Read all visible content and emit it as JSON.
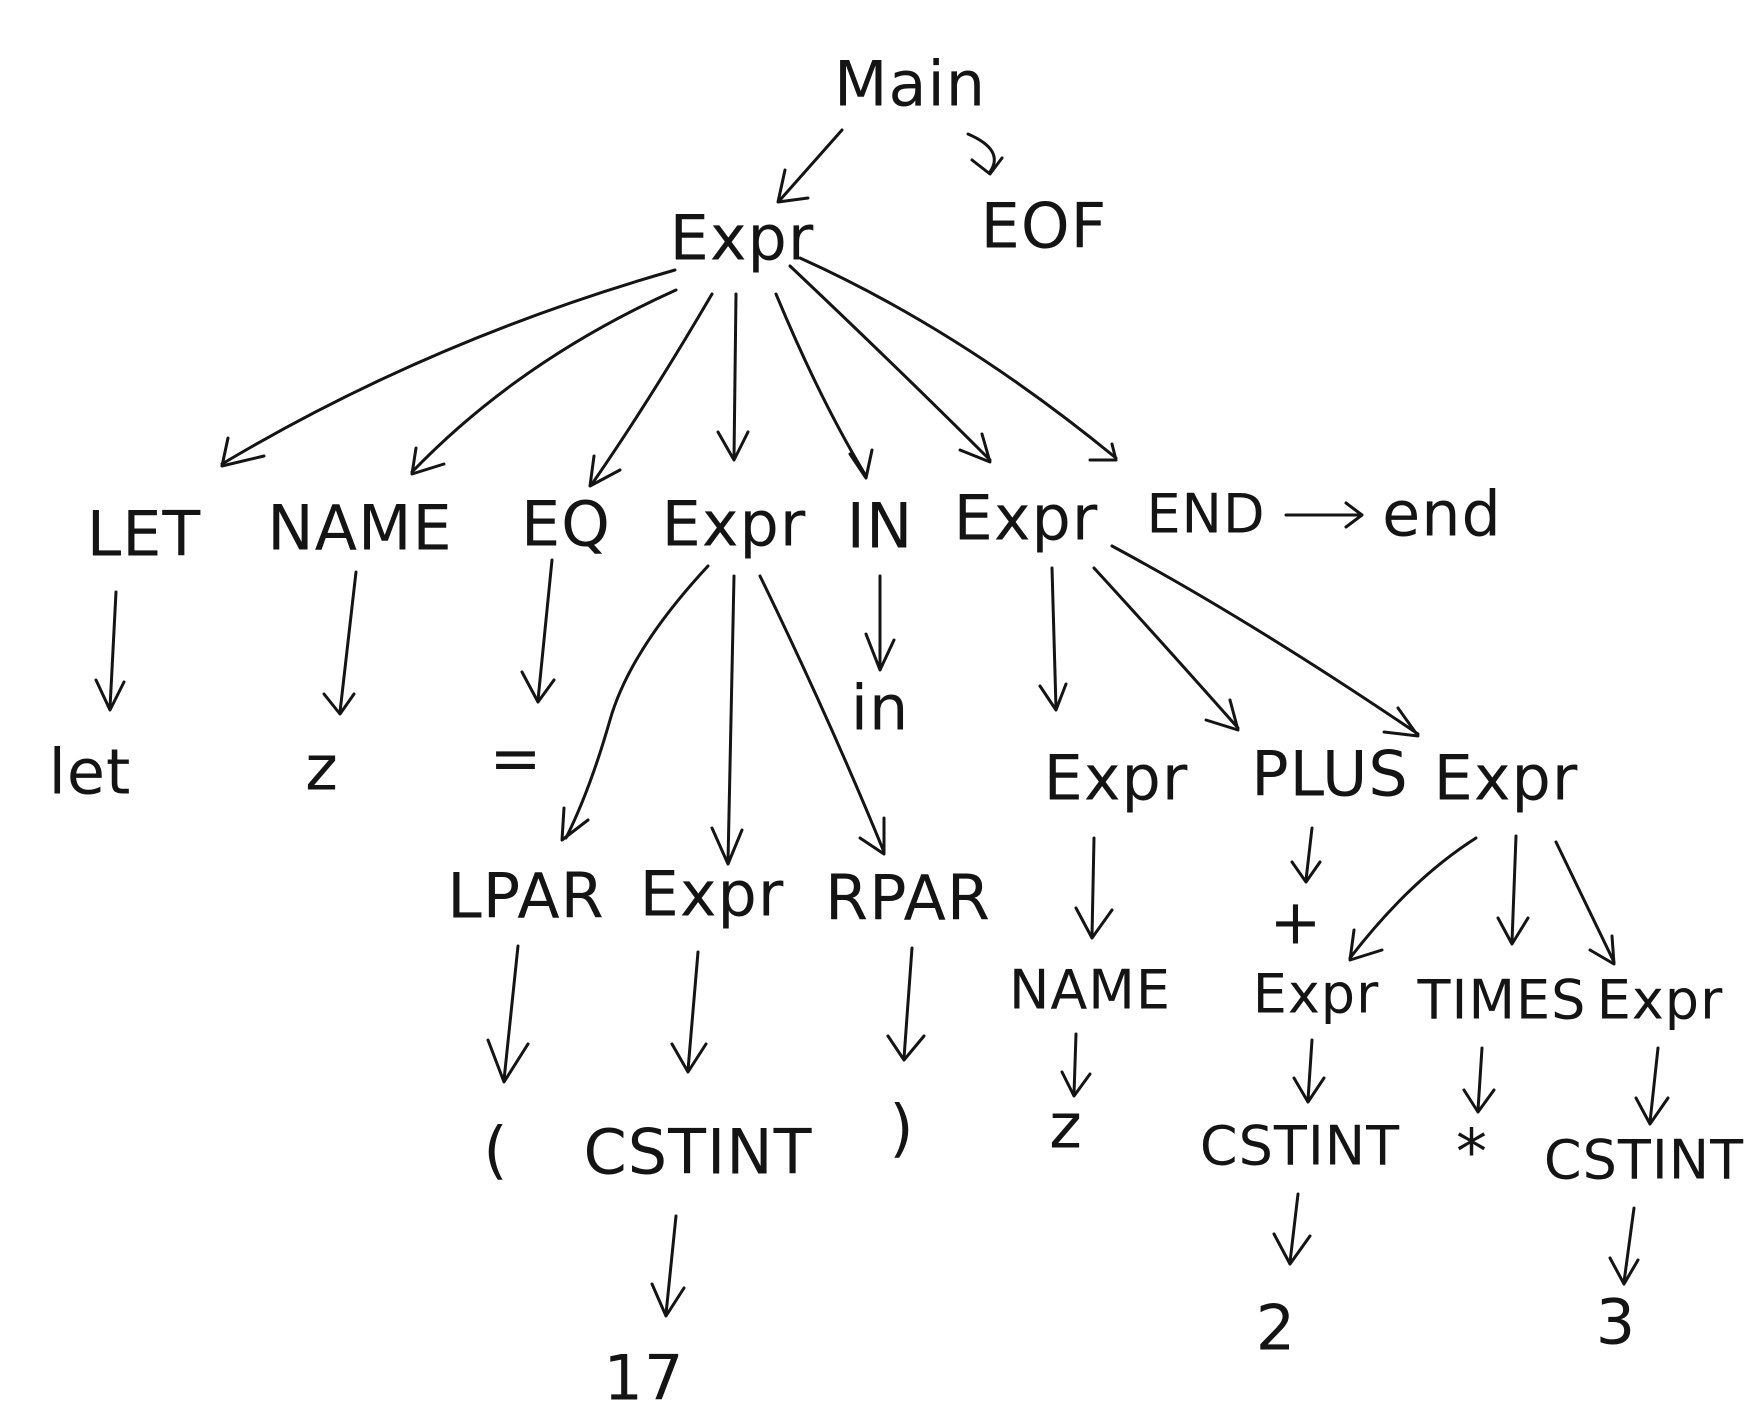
{
  "tree": {
    "main": "Main",
    "eof": "EOF",
    "expr_top": "Expr",
    "let_tok": "LET",
    "name_tok": "NAME",
    "eq_tok": "EQ",
    "expr_paren": "Expr",
    "in_tok": "IN",
    "expr_body": "Expr",
    "end_tok": "END",
    "end_lit": "end",
    "let_lit": "let",
    "z_lit_1": "z",
    "eq_lit": "=",
    "in_lit": "in",
    "lpar_tok": "LPAR",
    "expr_inner": "Expr",
    "rpar_tok": "RPAR",
    "lpar_lit": "(",
    "cstint_17": "CSTINT",
    "rpar_lit": ")",
    "num_17": "17",
    "expr_left": "Expr",
    "plus_tok": "PLUS",
    "expr_right": "Expr",
    "plus_lit": "+",
    "name_tok_2": "NAME",
    "z_lit_2": "z",
    "expr_mul_left": "Expr",
    "times_tok": "TIMES",
    "expr_mul_right": "Expr",
    "cstint_2": "CSTINT",
    "times_lit": "*",
    "cstint_3": "CSTINT",
    "num_2": "2",
    "num_3": "3"
  }
}
